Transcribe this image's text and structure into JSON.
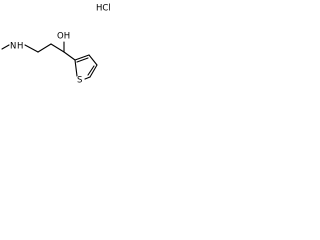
{
  "structure": {
    "salt_label": "HCl",
    "atoms": {
      "amine": "N",
      "amine_h": "H",
      "hydroxyl": "OH",
      "sulfur": "S"
    }
  }
}
